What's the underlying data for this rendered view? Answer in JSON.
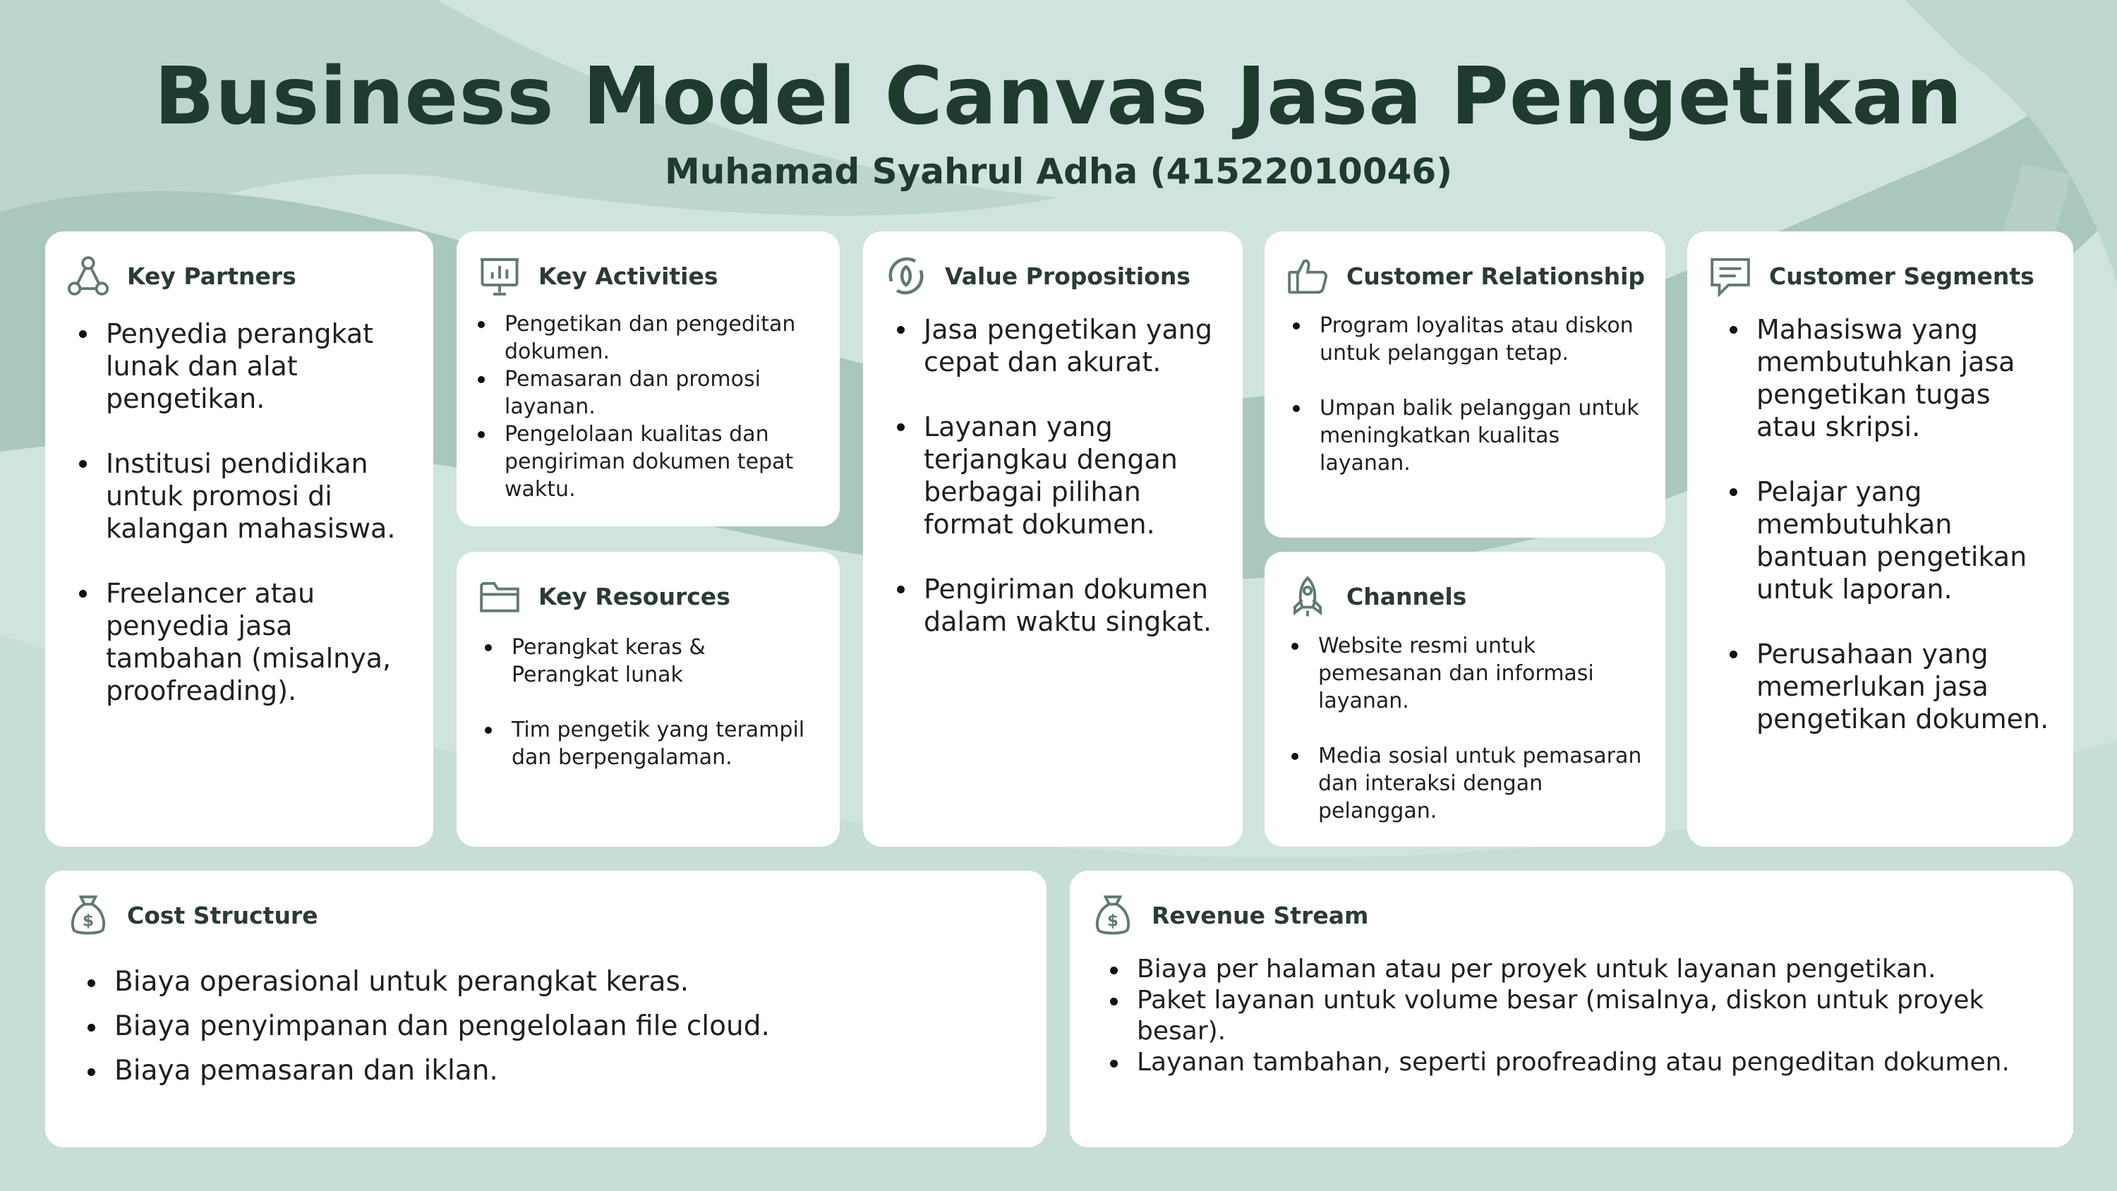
{
  "title": "Business Model Canvas Jasa Pengetikan",
  "subtitle": "Muhamad Syahrul Adha (41522010046)",
  "colors": {
    "background": "#cfe4de",
    "heading": "#1f3a2e",
    "card": "#ffffff",
    "icon": "#5f7a70"
  },
  "key_partners": {
    "label": "Key Partners",
    "icon": "network-icon",
    "items": [
      "Penyedia perangkat lunak dan alat pengetikan.",
      "Institusi pendidikan untuk promosi di kalangan mahasiswa.",
      "Freelancer atau penyedia jasa tambahan (misalnya, proofreading)."
    ]
  },
  "key_activities": {
    "label": "Key Activities",
    "icon": "presentation-chart-icon",
    "items": [
      "Pengetikan dan pengeditan dokumen.",
      "Pemasaran dan promosi layanan.",
      "Pengelolaan kualitas dan pengiriman dokumen tepat waktu."
    ]
  },
  "key_resources": {
    "label": "Key Resources",
    "icon": "folder-icon",
    "items": [
      "Perangkat keras & Perangkat lunak",
      "Tim pengetik yang terampil dan berpengalaman."
    ]
  },
  "value_propositions": {
    "label": "Value Propositions",
    "icon": "cycle-icon",
    "items": [
      "Jasa pengetikan yang cepat dan akurat.",
      "Layanan yang terjangkau dengan berbagai pilihan format dokumen.",
      "Pengiriman dokumen dalam waktu singkat."
    ]
  },
  "customer_relationship": {
    "label": "Customer Relationship",
    "icon": "thumbs-up-icon",
    "items": [
      "Program loyalitas atau diskon untuk pelanggan tetap.",
      "Umpan balik pelanggan untuk meningkatkan kualitas layanan."
    ]
  },
  "channels": {
    "label": "Channels",
    "icon": "rocket-icon",
    "items": [
      "Website resmi untuk pemesanan dan informasi layanan.",
      "Media sosial untuk pemasaran dan interaksi dengan pelanggan."
    ]
  },
  "customer_segments": {
    "label": "Customer Segments",
    "icon": "chat-icon",
    "items": [
      "Mahasiswa yang membutuhkan jasa pengetikan tugas atau skripsi.",
      "Pelajar yang membutuhkan bantuan pengetikan untuk laporan.",
      "Perusahaan yang memerlukan jasa pengetikan dokumen."
    ]
  },
  "cost_structure": {
    "label": "Cost Structure",
    "icon": "money-bag-icon",
    "items": [
      "Biaya operasional untuk perangkat keras.",
      "Biaya penyimpanan dan pengelolaan file cloud.",
      "Biaya pemasaran dan iklan."
    ]
  },
  "revenue_stream": {
    "label": "Revenue Stream",
    "icon": "money-bag-icon",
    "items": [
      "Biaya per halaman atau per proyek untuk layanan pengetikan.",
      "Paket layanan untuk volume besar (misalnya, diskon untuk proyek besar).",
      "Layanan tambahan, seperti proofreading atau pengeditan dokumen."
    ]
  }
}
